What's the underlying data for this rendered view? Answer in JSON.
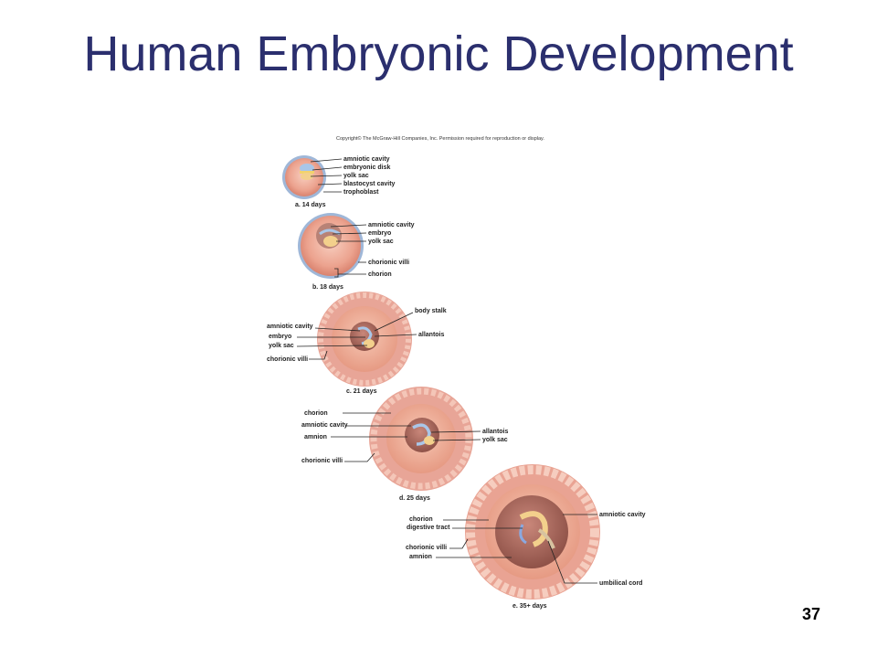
{
  "title": "Human Embryonic Development",
  "copyright": "Copyright© The McGraw-Hill Companies, Inc. Permission required for reproduction or display.",
  "page_number": "37",
  "stages": {
    "a": {
      "caption": "a.  14 days",
      "labels": [
        "amniotic cavity",
        "embryonic disk",
        "yolk sac",
        "blastocyst cavity",
        "trophoblast"
      ]
    },
    "b": {
      "caption": "b.  18 days",
      "labels": [
        "amniotic cavity",
        "embryo",
        "yolk sac",
        "chorionic villi",
        "chorion"
      ]
    },
    "c": {
      "caption": "c.  21 days",
      "labels_left": [
        "amniotic cavity",
        "embryo",
        "yolk sac",
        "chorionic villi"
      ],
      "labels_right": [
        "body stalk",
        "allantois"
      ]
    },
    "d": {
      "caption": "d.  25 days",
      "labels_left": [
        "chorion",
        "amniotic cavity",
        "amnion",
        "chorionic villi"
      ],
      "labels_right": [
        "allantois",
        "yolk sac"
      ]
    },
    "e": {
      "caption": "e.  35+ days",
      "labels_left": [
        "chorion",
        "digestive tract",
        "chorionic villi",
        "amnion"
      ],
      "labels_right": [
        "amniotic cavity",
        "umbilical cord"
      ]
    }
  }
}
